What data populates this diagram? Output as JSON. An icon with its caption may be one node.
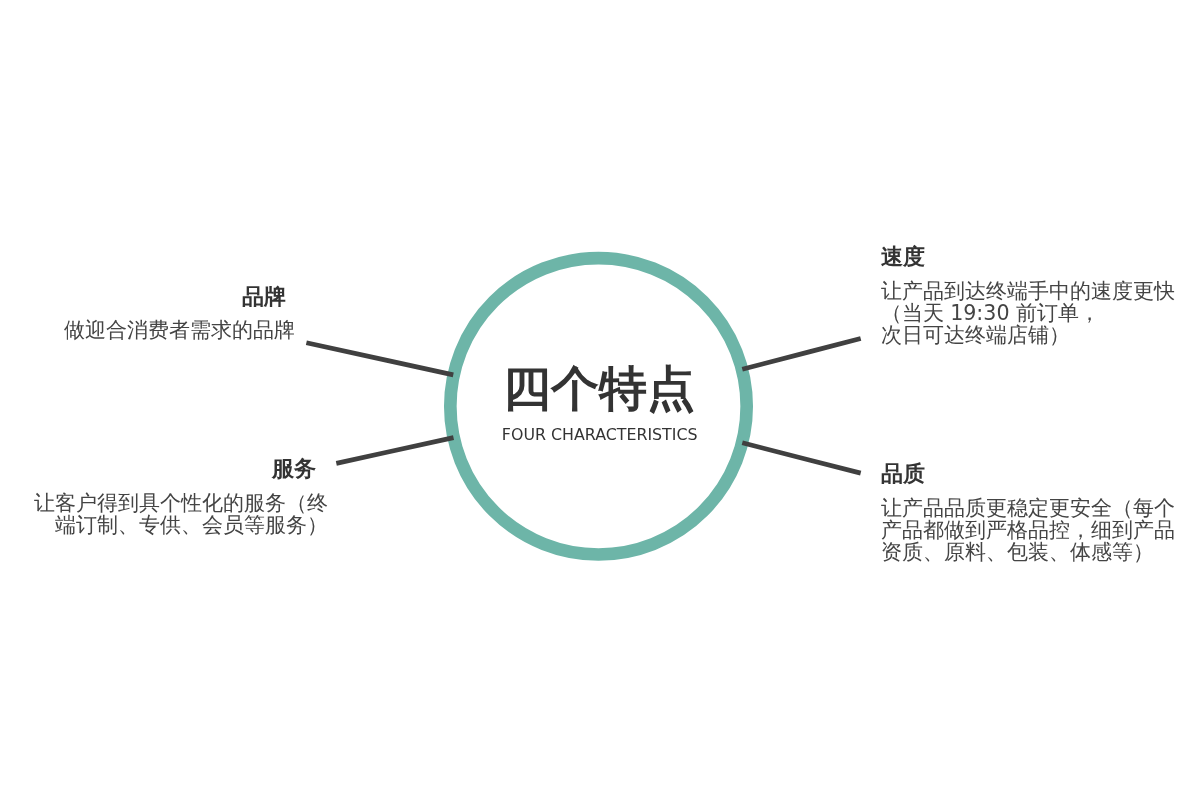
{
  "diagram": {
    "nodes": [
      {
        "text": [
          "四个特点",
          "FOUR CHARACTERISTICS"
        ]
      },
      {
        "text": [
          "品牌",
          "做迎合消费者需求的品牌"
        ]
      },
      {
        "text": [
          "速度",
          "让产品到达终端手中的速度更快（当天 19:30 前订单，次日可达终端店铺）"
        ]
      },
      {
        "text": [
          "服务",
          "让客户得到具个性化的服务（终端订制、专供、会员等服务）"
        ]
      },
      {
        "text": [
          "品质",
          "让产品品质更稳定更安全（每个产品都做到严格品控，细到产品资质、原料、包装、体感等）"
        ]
      }
    ],
    "edges": [
      {
        "from": 1,
        "to": 0,
        "arrow": "none"
      },
      {
        "from": 0,
        "to": 2,
        "arrow": "none"
      },
      {
        "from": 3,
        "to": 0,
        "arrow": "none"
      },
      {
        "from": 0,
        "to": 4,
        "arrow": "none"
      }
    ]
  }
}
